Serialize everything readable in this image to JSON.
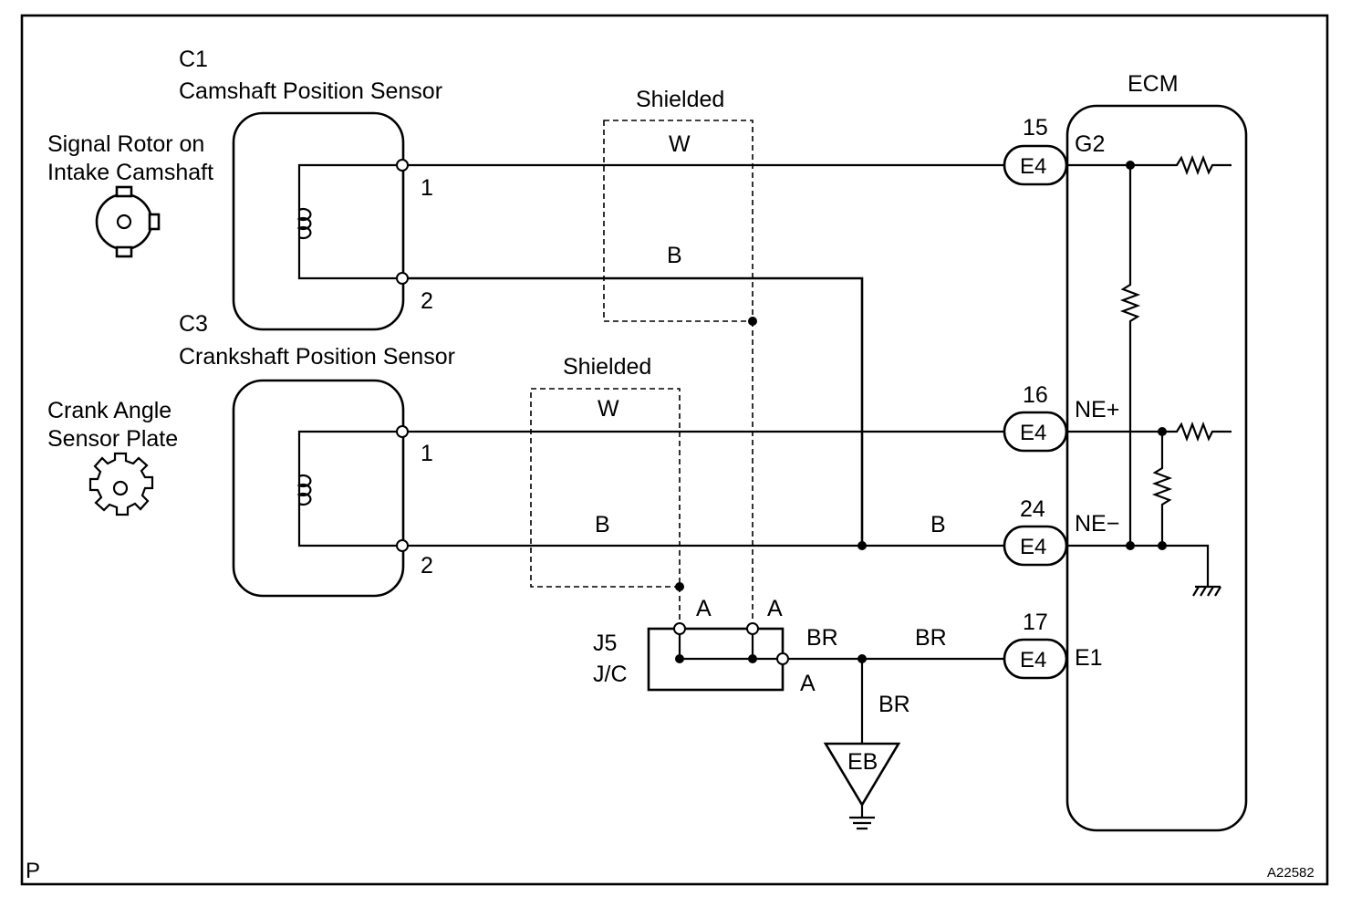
{
  "diagram": {
    "code": "A22582",
    "corner_letter": "P",
    "cam_sensor": {
      "id": "C1",
      "name": "Camshaft Position Sensor",
      "rotor_label_line1": "Signal Rotor on",
      "rotor_label_line2": "Intake Camshaft",
      "pin1": "1",
      "pin2": "2"
    },
    "crank_sensor": {
      "id": "C3",
      "name": "Crankshaft Position Sensor",
      "plate_label_line1": "Crank Angle",
      "plate_label_line2": "Sensor Plate",
      "pin1": "1",
      "pin2": "2"
    },
    "shield_label": "Shielded",
    "wire_colors": {
      "white": "W",
      "black": "B",
      "brown": "BR"
    },
    "ecm": {
      "label": "ECM",
      "connector": "E4",
      "pins": [
        {
          "num": "15",
          "signal": "G2"
        },
        {
          "num": "16",
          "signal": "NE+"
        },
        {
          "num": "24",
          "signal": "NE−"
        },
        {
          "num": "17",
          "signal": "E1"
        }
      ]
    },
    "junction": {
      "id": "J5",
      "type": "J/C",
      "terminal": "A"
    },
    "ground": {
      "label": "EB"
    }
  }
}
